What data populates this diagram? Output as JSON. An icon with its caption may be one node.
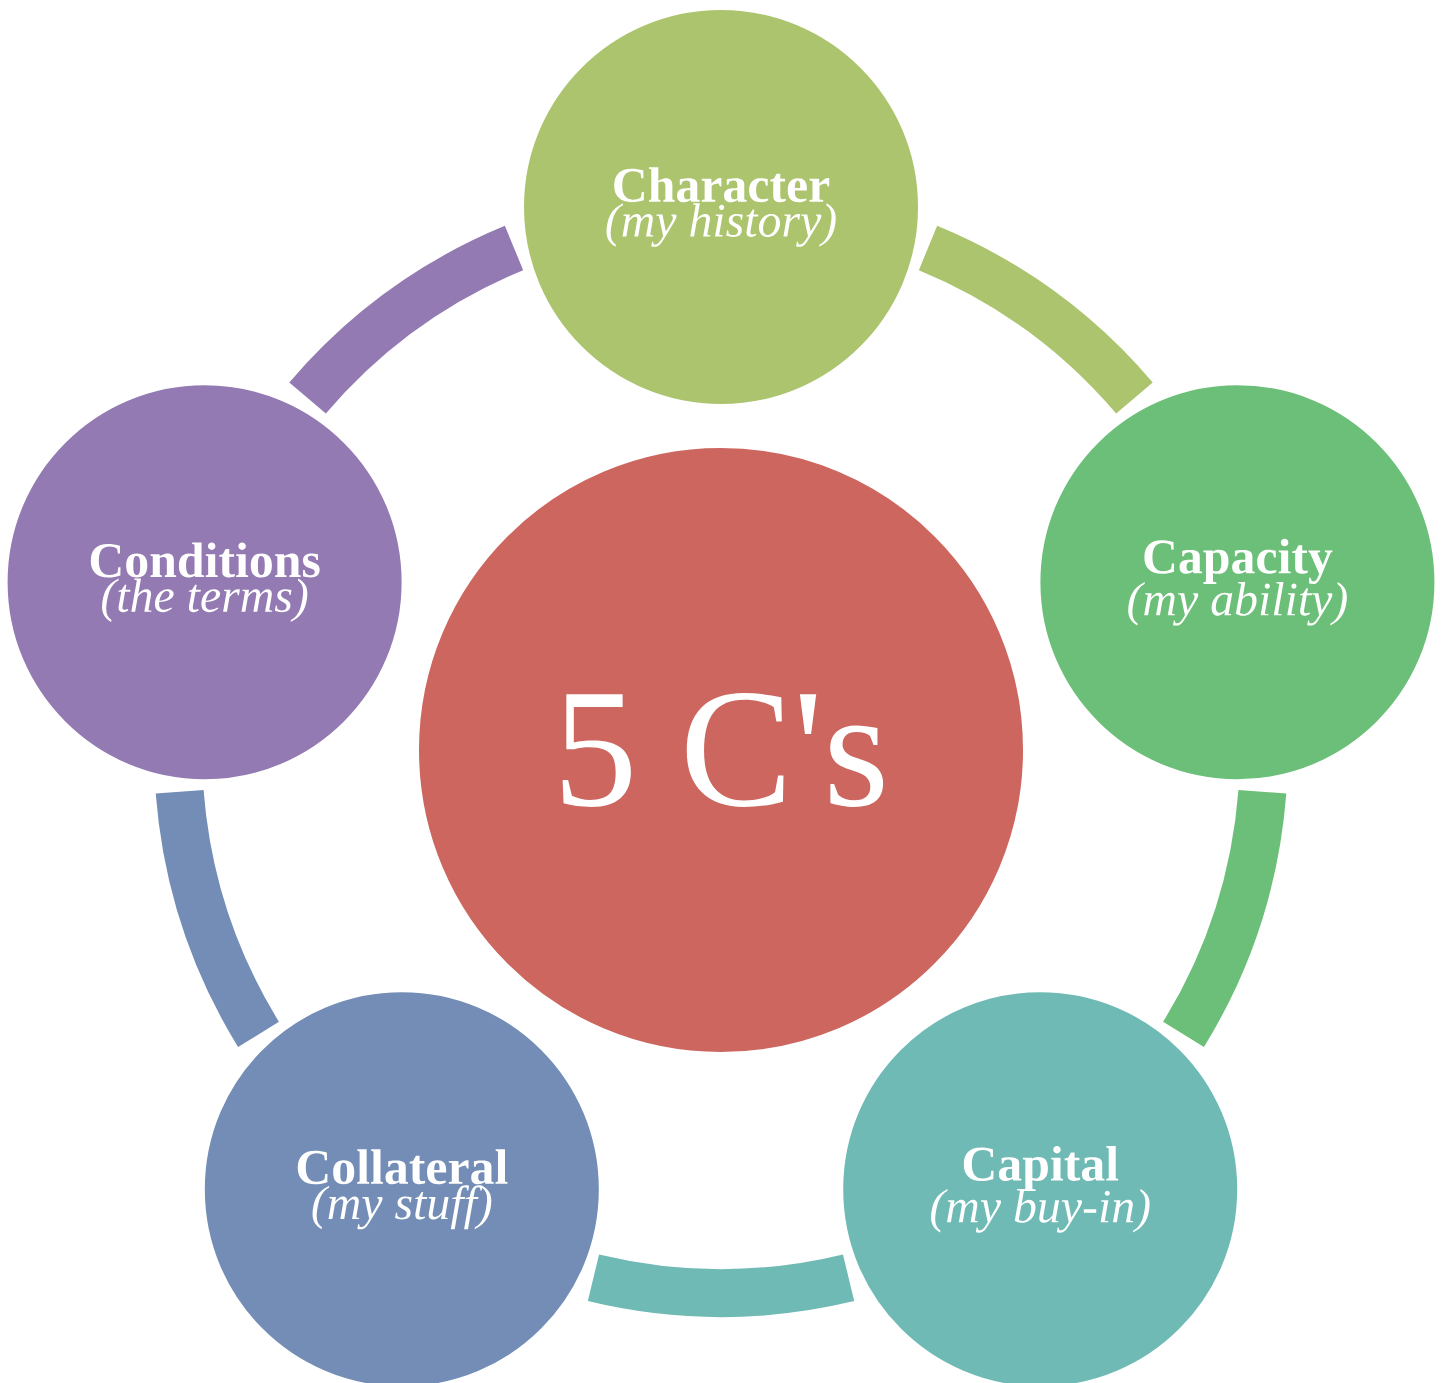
{
  "diagram": {
    "nodes": [
      {
        "text": [
          "Character",
          "(my history)"
        ]
      },
      {
        "text": [
          "Capacity",
          "(my ability)"
        ]
      },
      {
        "text": [
          "Capital",
          "(my buy-in)"
        ]
      },
      {
        "text": [
          "Collateral",
          "(my stuff)"
        ]
      },
      {
        "text": [
          "Conditions",
          "(the terms)"
        ]
      },
      {
        "text": [
          "5 C's"
        ]
      }
    ],
    "edges": [
      {
        "from": 0,
        "to": 1,
        "arrow": "none",
        "color": "#abc46d"
      },
      {
        "from": 1,
        "to": 2,
        "arrow": "none",
        "color": "#6cbf78"
      },
      {
        "from": 2,
        "to": 3,
        "arrow": "none",
        "color": "#6fbab5"
      },
      {
        "from": 3,
        "to": 4,
        "arrow": "none",
        "color": "#738db6"
      },
      {
        "from": 4,
        "to": 0,
        "arrow": "none",
        "color": "#937ab2"
      }
    ]
  }
}
